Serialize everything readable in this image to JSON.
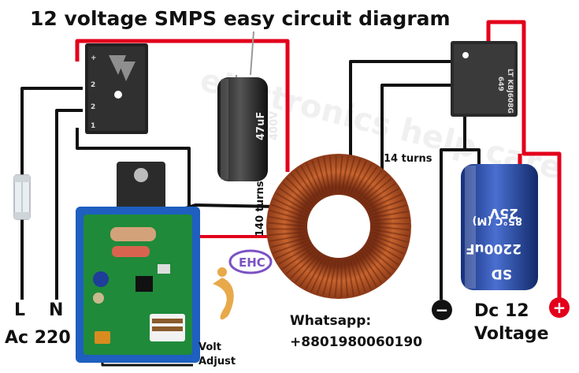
{
  "title": "12 voltage SMPS easy circuit diagram",
  "watermark": "electronics help care",
  "labels": {
    "live": "L",
    "neutral": "N",
    "ac_input": "Ac 220",
    "primary_turns": "140 turns",
    "secondary_turns": "14 turns",
    "output_line1": "Dc 12",
    "output_line2": "Voltage",
    "volt_adjust_line1": "Volt",
    "volt_adjust_line2": "Adjust",
    "contact_line1": "Whatsapp:",
    "contact_line2": "+8801980060190",
    "logo_text": "EHC"
  },
  "components": {
    "bridge_left_plus": "+",
    "bridge_left_ac1": "2",
    "bridge_left_ac2": "2",
    "bridge_left_minus": "1",
    "cap_primary_value": "47uF",
    "cap_primary_voltage": "400V",
    "bridge_right_part": "LT KBJ608G",
    "bridge_right_code": "649",
    "cap_output_value": "2200uF",
    "cap_output_voltage": "25V",
    "cap_output_brand": "SD",
    "cap_output_temp": "85°C (M)",
    "neg_terminal": "−",
    "pos_terminal": "+"
  },
  "colors": {
    "wire_black": "#111111",
    "wire_red": "#e3001b",
    "toroid_copper": "#b5542a",
    "pcb_green": "#1f8a3a",
    "pcb_frame_blue": "#1e5fbf",
    "cap_blue": "#1f3f9e"
  }
}
